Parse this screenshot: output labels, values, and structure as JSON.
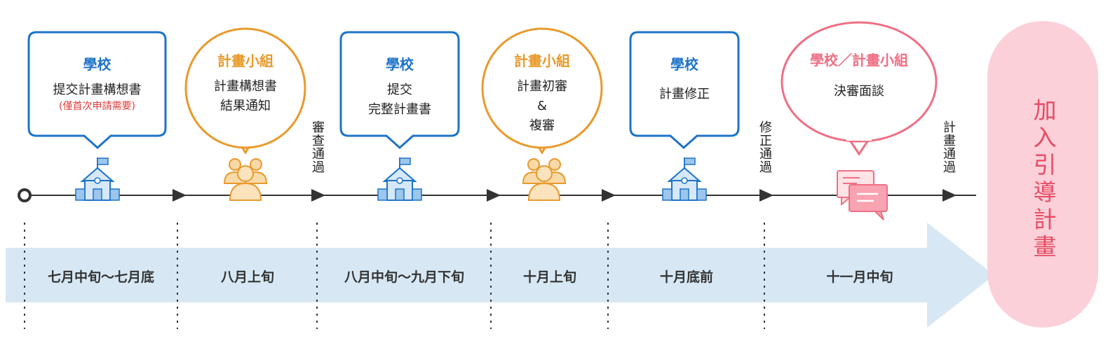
{
  "colors": {
    "school_blue": "#1f73c7",
    "group_orange": "#e89a2c",
    "final_pink": "#ef6f84",
    "join_fill": "#fbd0d9",
    "join_text": "#e84b63",
    "band": "#d7e8f4"
  },
  "steps": [
    {
      "actor": "學校",
      "lines": [
        "提交計畫構想書"
      ],
      "note": "(僅首次申請需要)",
      "icon": "school-icon"
    },
    {
      "actor": "計畫小組",
      "lines": [
        "計畫構想書",
        "結果通知"
      ],
      "note": "",
      "icon": "team-icon"
    },
    {
      "actor": "學校",
      "lines": [
        "提交",
        "完整計畫書"
      ],
      "note": "",
      "icon": "school-icon"
    },
    {
      "actor": "計畫小組",
      "lines": [
        "計畫初審",
        "&",
        "複審"
      ],
      "note": "",
      "icon": "team-icon"
    },
    {
      "actor": "學校",
      "lines": [
        "計畫修正"
      ],
      "note": "",
      "icon": "school-icon"
    },
    {
      "actor": "學校／計畫小組",
      "lines": [
        "決審面談"
      ],
      "note": "",
      "icon": "chat-icon"
    }
  ],
  "milestones": [
    "審查通過",
    "修正通過",
    "計畫通過"
  ],
  "periods": [
    "七月中旬～七月底",
    "八月上旬",
    "八月中旬～九月下旬",
    "十月上旬",
    "十月底前",
    "十一月中旬"
  ],
  "final": "加入引導計畫"
}
